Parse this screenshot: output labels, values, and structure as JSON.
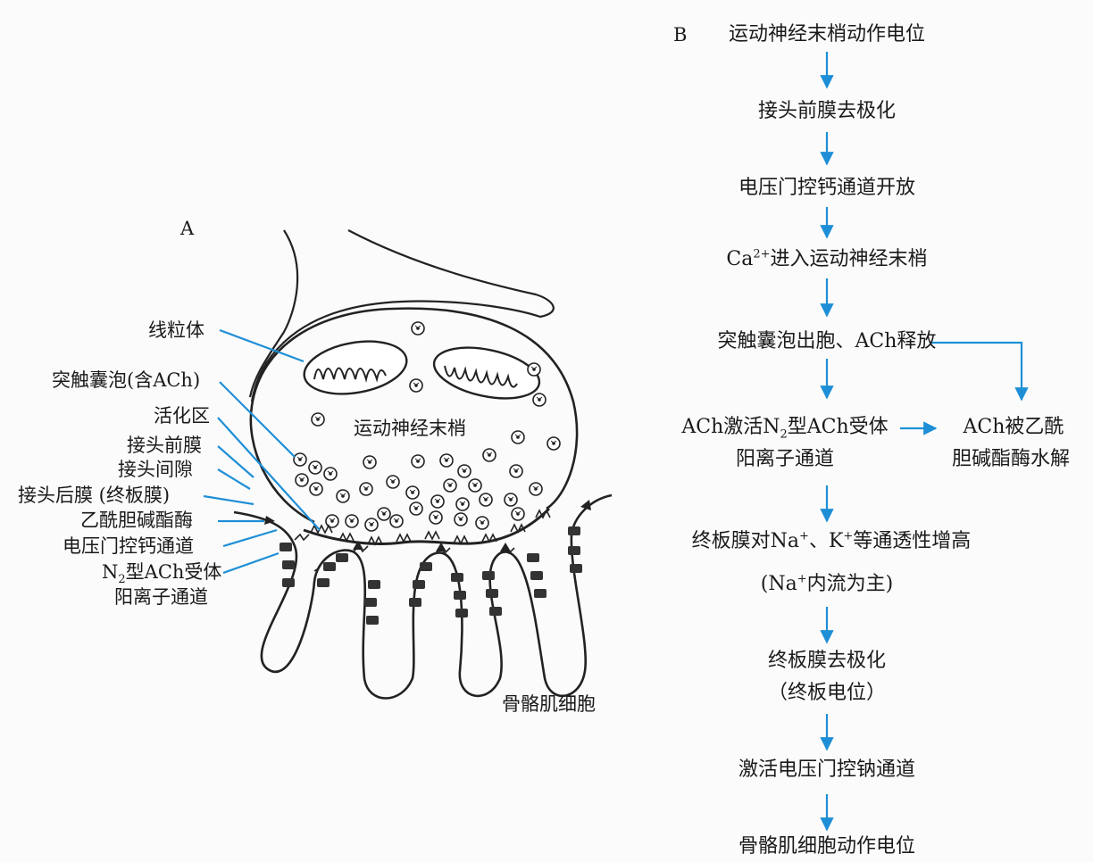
{
  "panel_a": {
    "letter": "A",
    "labels": {
      "mitochondria": "线粒体",
      "synaptic_vesicle": "突触囊泡(含ACh)",
      "active_zone": "活化区",
      "prejunctional_membrane": "接头前膜",
      "junctional_cleft": "接头间隙",
      "postjunctional_membrane": "接头后膜 (终板膜)",
      "acetylcholinesterase": "乙酰胆碱酯酶",
      "vg_calcium_channel": "电压门控钙通道",
      "receptor_prefix": "N",
      "receptor_sub": "2",
      "receptor_suffix": "型ACh受体",
      "cation_channel": "阳离子通道",
      "nerve_terminal": "运动神经末梢",
      "skeletal_muscle": "骨骼肌细胞"
    }
  },
  "panel_b": {
    "letter": "B",
    "steps": {
      "s1": "运动神经末梢动作电位",
      "s2": "接头前膜去极化",
      "s3": "电压门控钙通道开放",
      "s4_base": "Ca",
      "s4_sup": "2+",
      "s4_rest": "进入运动神经末梢",
      "s5": "突触囊泡出胞、ACh释放",
      "s6a_pre": "ACh激活N",
      "s6a_sub": "2",
      "s6a_post": "型ACh受体",
      "s6b": "阳离子通道",
      "side_line1": "ACh被乙酰",
      "side_line2": "胆碱酯酶水解",
      "s7_pre": "终板膜对Na",
      "s7_sup1": "+",
      "s7_mid": "、K",
      "s7_sup2": "+",
      "s7_post": "等通透性增高",
      "s8_pre": "(Na",
      "s8_sup": "+",
      "s8_post": "内流为主)",
      "s9a": "终板膜去极化",
      "s9b": "（终板电位）",
      "s10": "激活电压门控钠通道",
      "s11": "骨骼肌细胞动作电位"
    }
  },
  "colors": {
    "accent": "#1e8fd6",
    "ink": "#1a1a1a"
  }
}
